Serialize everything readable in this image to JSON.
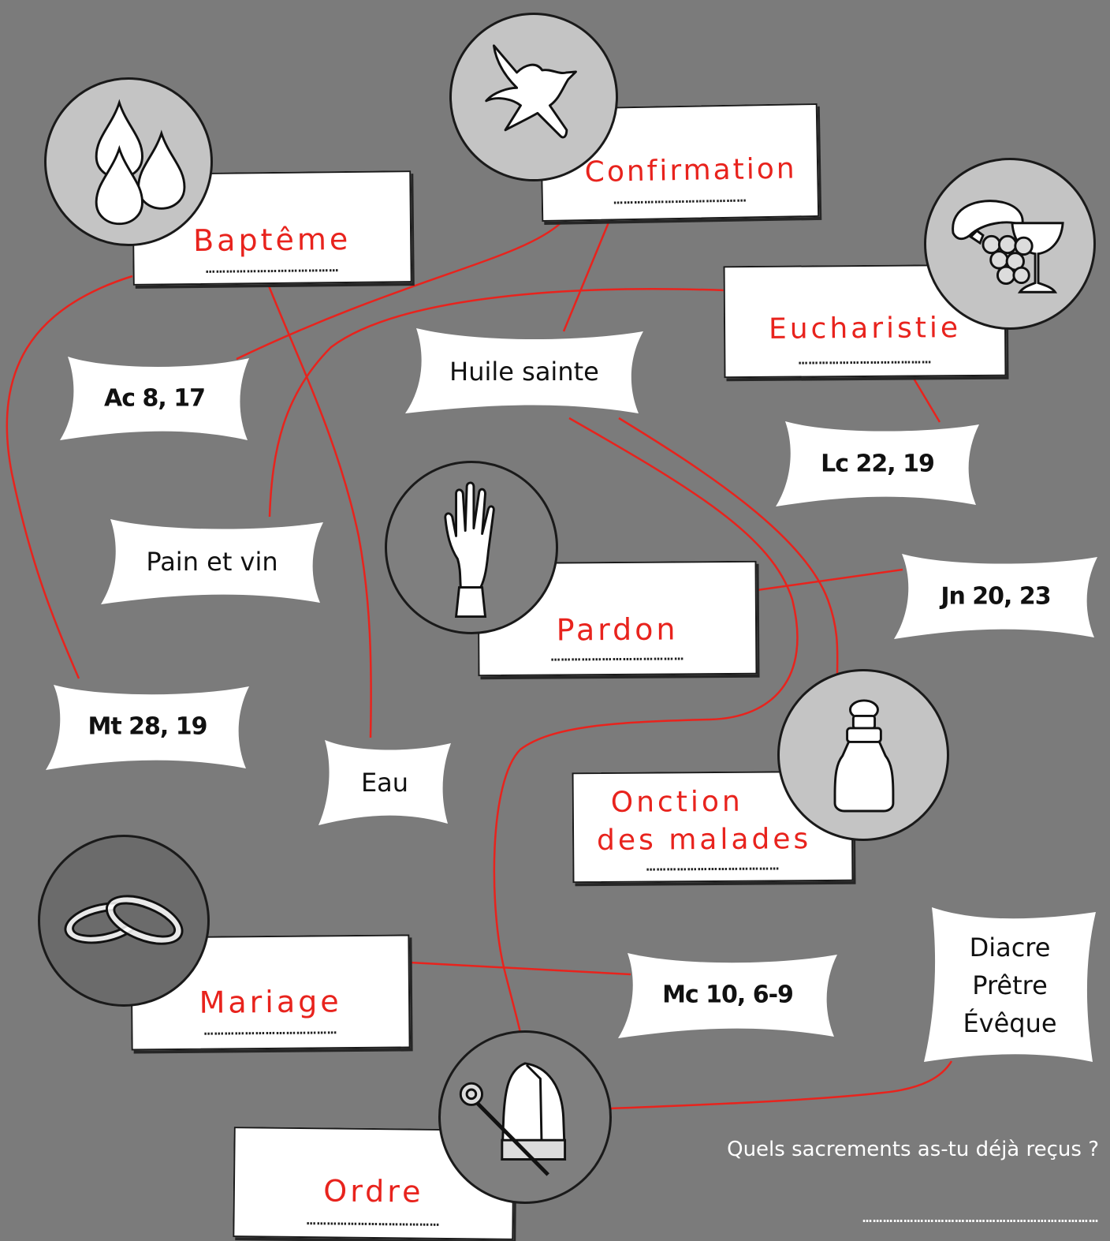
{
  "sacraments": {
    "bapteme": {
      "title": "Baptême",
      "blank": "…………………………………"
    },
    "confirmation": {
      "title": "Confirmation",
      "blank": "…………………………………"
    },
    "eucharistie": {
      "title": "Eucharistie",
      "blank": "…………………………………"
    },
    "pardon": {
      "title": "Pardon",
      "blank": "…………………………………"
    },
    "onction": {
      "title_line1": "Onction",
      "title_line2": "des malades",
      "blank": "…………………………………"
    },
    "mariage": {
      "title": "Mariage",
      "blank": "…………………………………"
    },
    "ordre": {
      "title": "Ordre",
      "blank": "…………………………………"
    }
  },
  "references": {
    "ac": "Ac 8, 17",
    "lc": "Lc 22, 19",
    "jn": "Jn 20, 23",
    "mt": "Mt 28, 19",
    "mc": "Mc 10, 6-9"
  },
  "items": {
    "huile": "Huile sainte",
    "pain": "Pain et vin",
    "eau": "Eau",
    "ordres": "Diacre Prêtre Évêque"
  },
  "icons": {
    "bapteme": "water-drops-icon",
    "confirmation": "dove-icon",
    "eucharistie": "bread-grapes-chalice-icon",
    "pardon": "blessing-hand-icon",
    "onction": "oil-flask-icon",
    "mariage": "wedding-rings-icon",
    "ordre": "mitre-crozier-icon"
  },
  "colors": {
    "background": "#7b7b7b",
    "accent": "#e8231d",
    "line": "#e8231d"
  },
  "footer": {
    "question": "Quels sacrements as-tu déjà reçus ?",
    "answer_line": "……………………………………………………………"
  }
}
